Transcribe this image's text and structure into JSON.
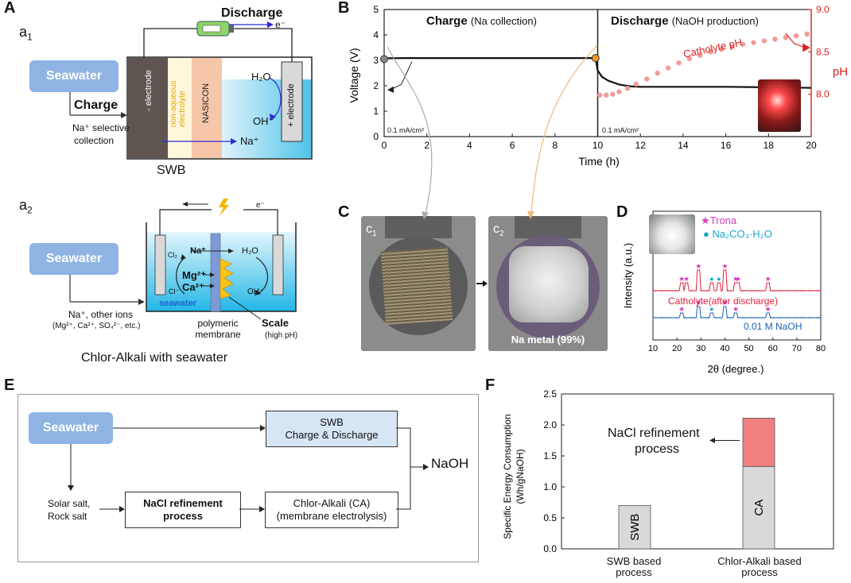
{
  "panels": {
    "A": "A",
    "a1_main": "a",
    "a1_sub": "1",
    "a2_main": "a",
    "a2_sub": "2",
    "B": "B",
    "C": "C",
    "D": "D",
    "E": "E",
    "F": "F",
    "c1_main": "c",
    "c1_sub": "1",
    "c2_main": "c",
    "c2_sub": "2"
  },
  "a1": {
    "seawater": "Seawater",
    "charge": "Charge",
    "collection_line1": "Na⁺ selective",
    "collection_line2": "collection",
    "discharge": "Discharge",
    "electron": "e⁻",
    "neg_electrode": "- electrode",
    "nonaq_line1": "non-aqueous",
    "nonaq_line2": "electrolyte",
    "nasicon": "NASICON",
    "h2o": "H₂O",
    "oh": "OH⁻",
    "na": "Na⁺",
    "pos_electrode": "+ electrode",
    "caption": "SWB"
  },
  "a2": {
    "seawater": "Seawater",
    "electron": "e⁻",
    "cl2": "Cl₂",
    "cl": "Cl⁻",
    "na": "Na⁺",
    "h2o": "H₂O",
    "mg": "Mg²⁺",
    "ca": "Ca²⁺",
    "oh": "OH⁻",
    "seawater_label": "seawater",
    "ions_line1": "Na⁺, other ions",
    "ions_line2": "(Mg²⁺, Ca²⁺, SO₄²⁻, etc.)",
    "membrane_line1": "polymeric",
    "membrane_line2": "membrane",
    "scale": "Scale",
    "scale_sub": "(high pH)",
    "caption": "Chlor-Alkali with seawater"
  },
  "chart_B": {
    "title_charge_bold": "Charge",
    "title_charge_sub": "(Na collection)",
    "title_discharge_bold": "Discharge",
    "title_discharge_sub": "(NaOH production)",
    "current_left": "0.1 mA/cm²",
    "current_right": "0.1 mA/cm²",
    "catholyte_label": "Catholyte pH",
    "xlabel": "Time (h)",
    "ylabel": "Voltage (V)",
    "ylabel_right": "pH",
    "x_ticks": [
      "0",
      "2",
      "4",
      "6",
      "8",
      "10",
      "12",
      "14",
      "16",
      "18",
      "20"
    ],
    "y_ticks": [
      "0",
      "1",
      "2",
      "3",
      "4",
      "5"
    ],
    "y2_ticks": [
      "8.0",
      "8.5",
      "9.0"
    ]
  },
  "chart_data": [
    {
      "type": "line",
      "xlim": [
        0,
        20
      ],
      "ylim": [
        0,
        5
      ],
      "y2lim": [
        7.5,
        9.0
      ],
      "series": [
        {
          "axis": "left",
          "x": [
            0,
            0.2,
            1,
            5,
            9.9,
            10.0,
            10.2,
            10.5,
            11,
            11.5,
            12,
            14,
            16,
            18,
            20
          ],
          "y": [
            3.05,
            3.08,
            3.09,
            3.09,
            3.09,
            2.6,
            2.35,
            2.2,
            2.05,
            1.98,
            1.96,
            1.96,
            1.96,
            1.94,
            1.92
          ]
        },
        {
          "name": "Catholyte pH",
          "axis": "right",
          "x": [
            10.1,
            10.4,
            10.7,
            11.0,
            11.4,
            11.8,
            12.3,
            12.8,
            13.3,
            13.8,
            14.3,
            14.8,
            15.3,
            15.8,
            16.3,
            16.8,
            17.3,
            17.8,
            18.3,
            18.8,
            19.3,
            19.8
          ],
          "y": [
            7.99,
            7.99,
            8.0,
            8.03,
            8.07,
            8.12,
            8.18,
            8.25,
            8.31,
            8.37,
            8.42,
            8.46,
            8.5,
            8.53,
            8.56,
            8.59,
            8.61,
            8.63,
            8.65,
            8.67,
            8.69,
            8.71
          ]
        }
      ]
    },
    {
      "type": "line",
      "xlabel": "2θ (degree.)",
      "ylabel": "Intensity (a.u.)",
      "xlim": [
        10,
        80
      ],
      "x_ticks": [
        "10",
        "20",
        "30",
        "40",
        "50",
        "60",
        "70",
        "80"
      ],
      "series": [
        {
          "name": "Catholyte(after discharge)",
          "peaks": [
            22,
            24,
            29,
            34.5,
            37.5,
            40,
            44.5,
            45.5,
            58
          ]
        },
        {
          "name": "0.01 M NaOH",
          "peaks": [
            22,
            29,
            34.5,
            40,
            44.5,
            58
          ]
        }
      ],
      "legend": [
        "Trona",
        "Na₂CO₃·H₂O"
      ]
    },
    {
      "type": "bar",
      "categories": [
        "SWB based process",
        "Chlor-Alkali based process"
      ],
      "series": [
        {
          "name": "SWB",
          "values": [
            0.7,
            0
          ]
        },
        {
          "name": "CA",
          "values": [
            0,
            1.33
          ]
        },
        {
          "name": "NaCl refinement process",
          "values": [
            0,
            0.78
          ]
        }
      ],
      "ylabel": "Specific Energy Consumption (Wh/gNaOH)",
      "ylim": [
        0,
        2.5
      ],
      "y_ticks": [
        "0.0",
        "0.5",
        "1.0",
        "1.5",
        "2.0",
        "2.5"
      ],
      "colors": [
        "#d9d9d9",
        "#d9d9d9",
        "#f08080"
      ]
    }
  ],
  "panelC": {
    "na_metal": "Na metal (99%)"
  },
  "panelD": {
    "legend_trona": "Trona",
    "legend_na2co3": "Na₂CO₃·H₂O",
    "series1_label": "Catholyte(after discharge)",
    "series2_label": "0.01 M NaOH"
  },
  "panelE": {
    "seawater": "Seawater",
    "swb_line1": "SWB",
    "swb_line2": "Charge & Discharge",
    "naoh": "NaOH",
    "salt_line1": "Solar salt,",
    "salt_line2": "Rock salt",
    "refine_line1": "NaCl refinement",
    "refine_line2": "process",
    "ca_line1": "Chlor-Alkali (CA)",
    "ca_line2": "(membrane electrolysis)"
  },
  "panelF": {
    "ylabel_line1": "Specific Energy Consumption",
    "ylabel_line2": "(Wh/gNaOH)",
    "bar1_label": "SWB",
    "bar2_label": "CA",
    "annotation_line1": "NaCl refinement",
    "annotation_line2": "process",
    "cat1_line1": "SWB based",
    "cat1_line2": "process",
    "cat2_line1": "Chlor-Alkali based",
    "cat2_line2": "process"
  }
}
